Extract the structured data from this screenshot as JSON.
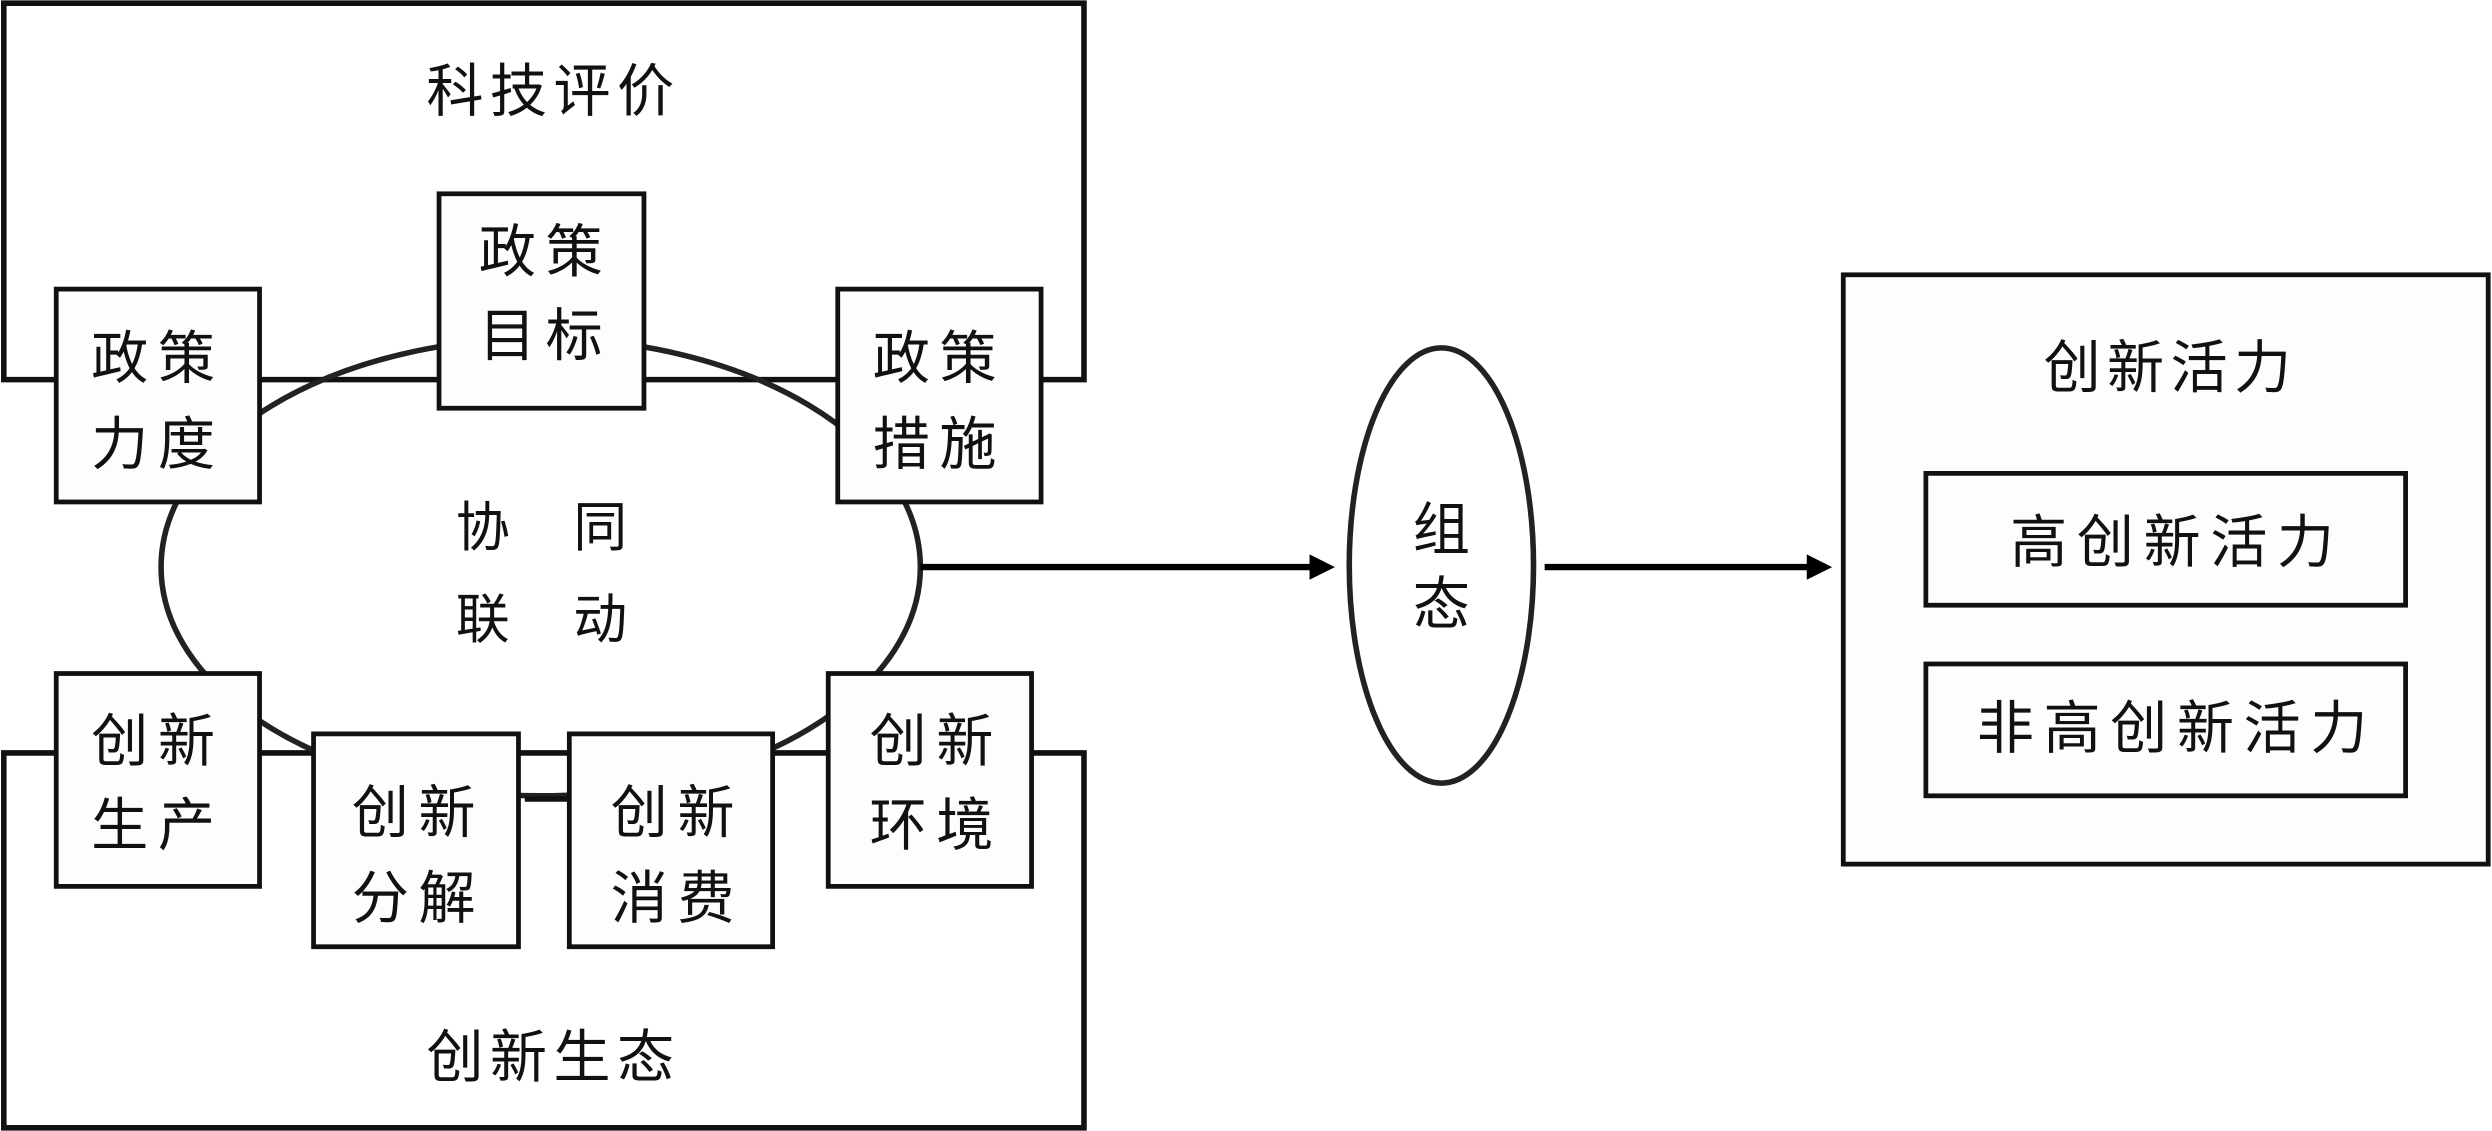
{
  "diagram": {
    "title_top_group": "科技评价",
    "title_bottom_group": "创新生态",
    "center_label_line1": "协　同",
    "center_label_line2": "联　动",
    "policy_nodes": [
      {
        "line1": "政策",
        "line2": "力度"
      },
      {
        "line1": "政策",
        "line2": "目标"
      },
      {
        "line1": "政策",
        "line2": "措施"
      }
    ],
    "ecology_nodes": [
      {
        "line1": "创新",
        "line2": "生产"
      },
      {
        "line1": "创新",
        "line2": "分解"
      },
      {
        "line1": "创新",
        "line2": "消费"
      },
      {
        "line1": "创新",
        "line2": "环境"
      }
    ],
    "configuration_label_line1": "组",
    "configuration_label_line2": "态",
    "outcome": {
      "title": "创新活力",
      "options": [
        "高创新活力",
        "非高创新活力"
      ]
    },
    "flow": [
      "协同联动",
      "组态",
      "创新活力"
    ]
  }
}
